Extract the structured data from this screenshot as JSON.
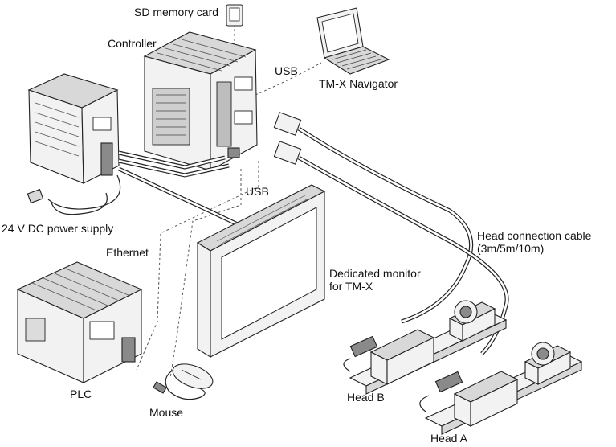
{
  "labels": {
    "sd_card": "SD memory card",
    "controller": "Controller",
    "usb_top": "USB",
    "navigator": "TM-X Navigator",
    "power_supply": "24 V DC power supply",
    "usb_mid": "USB",
    "ethernet": "Ethernet",
    "monitor_line1": "Dedicated monitor",
    "monitor_line2": "for TM-X",
    "head_cable_line1": "Head connection cable",
    "head_cable_line2": "(3m/5m/10m)",
    "plc": "PLC",
    "mouse": "Mouse",
    "head_b": "Head B",
    "head_a": "Head A"
  }
}
